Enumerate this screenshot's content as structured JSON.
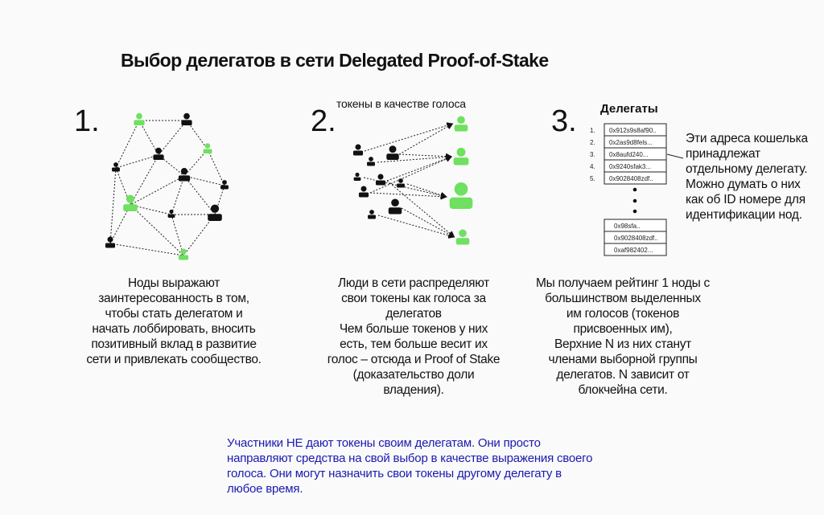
{
  "title": "Выбор делегатов в сети Delegated Proof-of-Stake",
  "steps": [
    {
      "number": "1.",
      "description": "Ноды  выражают\nзаинтересованность в том,\nчтобы стать делегатом и\nначать лоббировать, вносить\nпозитивный вклад в развитие\nсети и привлекать сообщество."
    },
    {
      "number": "2.",
      "caption": "токены в качестве голоса",
      "description": "Люди в сети распределяют\nсвои токены как голоса за\nделегатов\nЧем больше токенов у них\nесть, тем больше весит их\nголос – отсюда и Proof of Stake\n(доказательство доли\nвладения)."
    },
    {
      "number": "3.",
      "description": "Мы получаем рейтинг 1 ноды с\nбольшинством выделенных\nим голосов (токенов\nприсвоенных им),\nВерхние N из них станут\nчленами выборной группы\nделегатов. N зависит от\nблокчейна сети."
    }
  ],
  "delegates": {
    "title": "Делегаты",
    "ranked": [
      {
        "index": "1.",
        "address": "0x912s9s8af90.."
      },
      {
        "index": "2.",
        "address": "0x2as9d8fels..."
      },
      {
        "index": "3.",
        "address": "0x8aufd240..."
      },
      {
        "index": "4.",
        "address": "0x9240sfak3..."
      },
      {
        "index": "5.",
        "address": "0x9028408zdf.."
      }
    ],
    "more": [
      {
        "address": "0x98sfa.."
      },
      {
        "address": "0x9028408zdf.."
      },
      {
        "address": "0xaf982402..."
      }
    ],
    "note": "Эти адреса кошелька\nпринадлежат\nотдельному делегату.\nМожно думать о них\nкак об ID номере для\nидентификации нод."
  },
  "footer": "Участники НЕ дают токены своим делегатам. Они просто\nнаправляют средства на свой выбор в качестве выражения своего\nголоса. Они могут назначить свои токены другому делегату в\nлюбое время.",
  "colors": {
    "delegate": "#6fe060",
    "holder": "#111111",
    "footer_text": "#1a1ab0"
  }
}
